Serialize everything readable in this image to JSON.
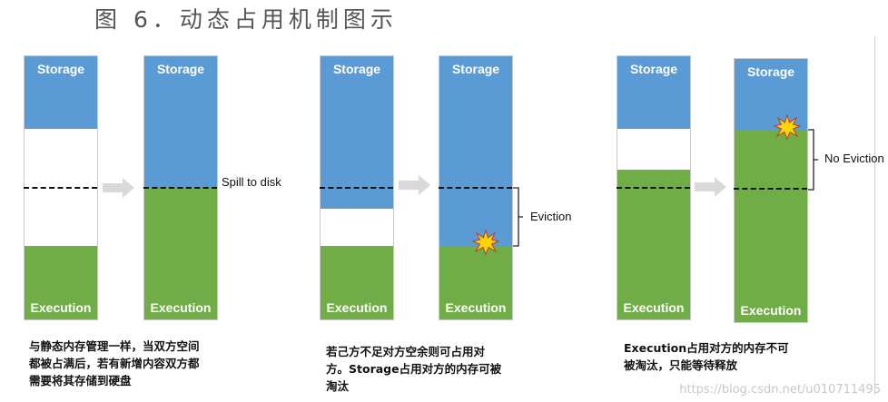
{
  "title": "图 6．动态占用机制图示",
  "labels": {
    "storage": "Storage",
    "execution": "Execution"
  },
  "annotations": {
    "spill": "Spill to disk",
    "eviction": "Eviction",
    "no_eviction": "No Eviction"
  },
  "captions": {
    "c1": "与静态内存管理一样，当双方空间都被占满后，若有新增内容双方都需要将其存储到硬盘",
    "c2": "若己方不足对方空余则可占用对方。Storage占用对方的内存可被淘汰",
    "c3": "Execution占用对方的内存不可被淘汰，只能等待释放"
  },
  "watermark": "https://blog.csdn.net/u010711495",
  "colors": {
    "storage": "#5b9bd5",
    "execution": "#70ad47",
    "free": "#ffffff",
    "arrow": "#d9d9d9",
    "burst": "#ffd700"
  }
}
